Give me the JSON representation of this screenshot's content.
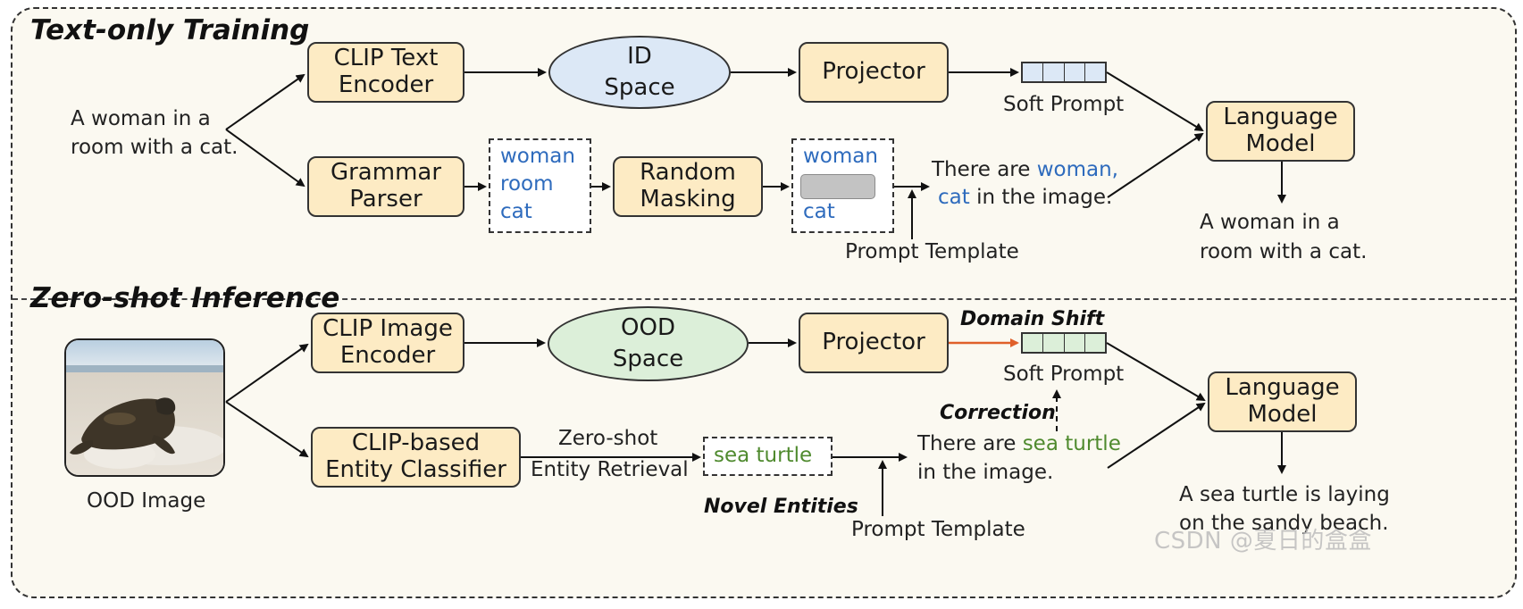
{
  "colors": {
    "box_fill": "#fdebc4",
    "id_space_fill": "#dce8f6",
    "ood_space_fill": "#dcefd9",
    "soft_prompt_id_fill": "#dce8f6",
    "soft_prompt_ood_fill": "#dcefd9",
    "entity_blue": "#2e6bbd",
    "entity_green": "#4f8a2e",
    "domain_shift_arrow": "#e0602a",
    "mask_gray": "#c3c3c3"
  },
  "training": {
    "title": "Text-only Training",
    "input_text_line1": "A woman in a",
    "input_text_line2": "room with a cat.",
    "clip_text_encoder": "CLIP Text\nEncoder",
    "id_space": "ID\nSpace",
    "projector": "Projector",
    "soft_prompt_label": "Soft Prompt",
    "grammar_parser": "Grammar\nParser",
    "entities": [
      "woman",
      "room",
      "cat"
    ],
    "random_masking": "Random\nMasking",
    "masked_entities_top": "woman",
    "masked_entities_bottom": "cat",
    "prompt_line1_pre": "There are ",
    "prompt_line1_entity": "woman,",
    "prompt_line2_entity": "cat",
    "prompt_line2_post": " in the image.",
    "prompt_template_label": "Prompt Template",
    "language_model": "Language\nModel",
    "output_line1": "A woman in a",
    "output_line2": "room with a cat."
  },
  "inference": {
    "title": "Zero-shot Inference",
    "image_label": "OOD Image",
    "clip_image_encoder": "CLIP Image\nEncoder",
    "ood_space": "OOD\nSpace",
    "projector": "Projector",
    "domain_shift_label": "Domain Shift",
    "soft_prompt_label": "Soft Prompt",
    "correction_label": "Correction",
    "entity_classifier": "CLIP-based\nEntity Classifier",
    "retrieval_line1": "Zero-shot",
    "retrieval_line2": "Entity Retrieval",
    "retrieved_entity": "sea turtle",
    "novel_entities_label": "Novel Entities",
    "prompt_line1_pre": "There are ",
    "prompt_line1_entity": "sea turtle",
    "prompt_line2": "in the image.",
    "prompt_template_label": "Prompt Template",
    "language_model": "Language\nModel",
    "output_line1": "A sea turtle is laying",
    "output_line2": "on the sandy beach."
  },
  "watermark": "CSDN @夏日的盒盒"
}
